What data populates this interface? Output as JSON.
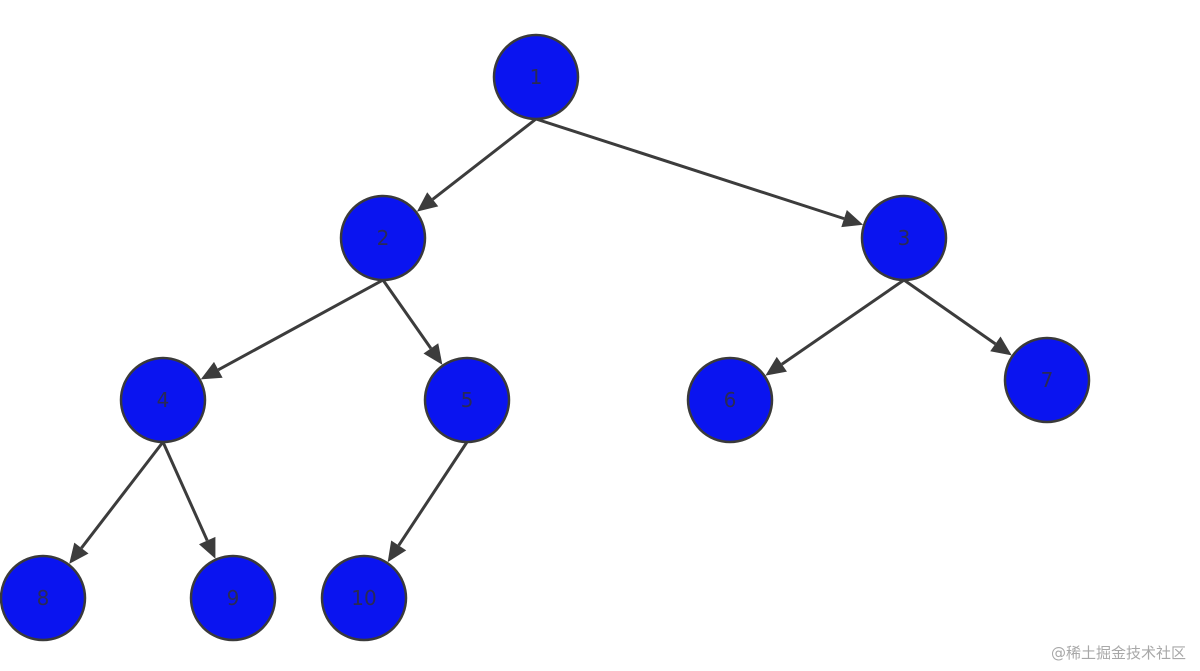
{
  "nodes": [
    {
      "id": "1",
      "label": "1"
    },
    {
      "id": "2",
      "label": "2"
    },
    {
      "id": "3",
      "label": "3"
    },
    {
      "id": "4",
      "label": "4"
    },
    {
      "id": "5",
      "label": "5"
    },
    {
      "id": "6",
      "label": "6"
    },
    {
      "id": "7",
      "label": "7"
    },
    {
      "id": "8",
      "label": "8"
    },
    {
      "id": "9",
      "label": "9"
    },
    {
      "id": "10",
      "label": "10"
    }
  ],
  "edges": [
    {
      "from": "1",
      "to": "2"
    },
    {
      "from": "1",
      "to": "3"
    },
    {
      "from": "2",
      "to": "4"
    },
    {
      "from": "2",
      "to": "5"
    },
    {
      "from": "3",
      "to": "6"
    },
    {
      "from": "3",
      "to": "7"
    },
    {
      "from": "4",
      "to": "8"
    },
    {
      "from": "4",
      "to": "9"
    },
    {
      "from": "5",
      "to": "10"
    }
  ],
  "colors": {
    "node_fill": "#0a14f0",
    "node_stroke": "#3a3a3a",
    "edge": "#3c3c3c"
  },
  "watermark": "@稀土掘金技术社区"
}
